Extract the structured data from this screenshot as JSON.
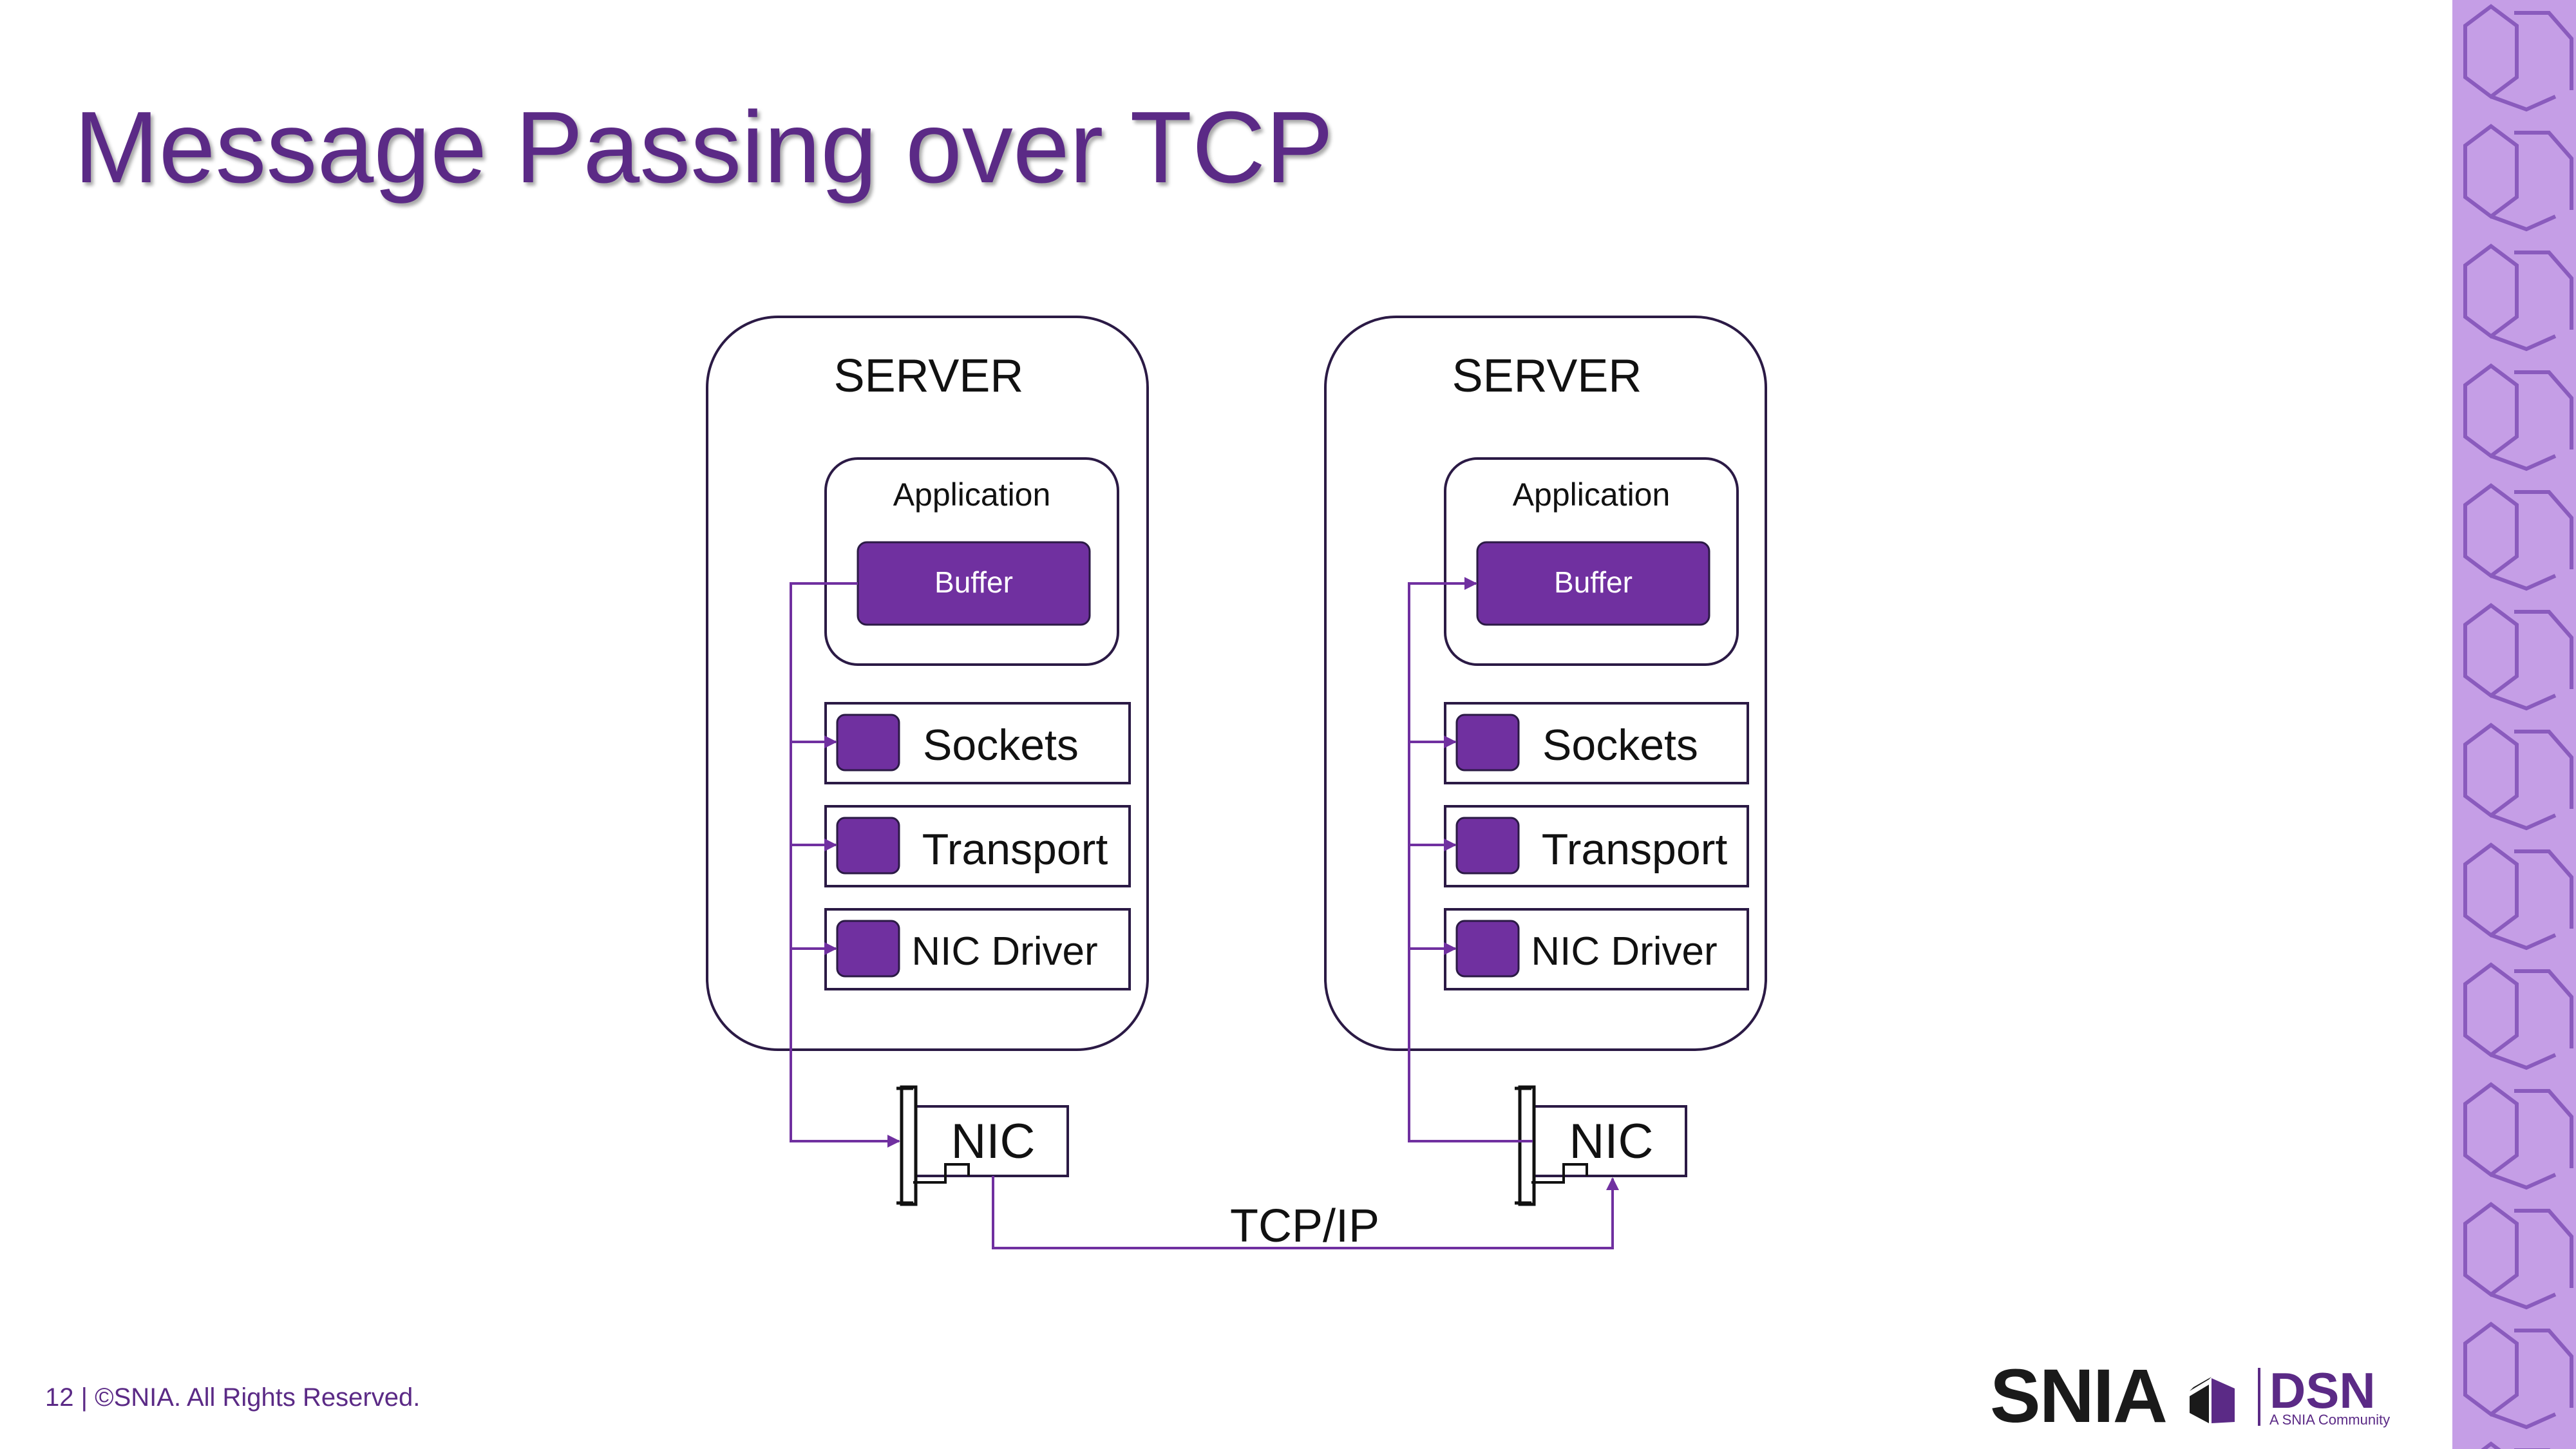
{
  "slide": {
    "title": "Message Passing over TCP",
    "footer": "12 | ©SNIA. All Rights Reserved."
  },
  "diagram": {
    "servers": [
      {
        "label": "SERVER",
        "application_label": "Application",
        "buffer_label": "Buffer",
        "layers": [
          "Sockets",
          "Transport",
          "NIC Driver"
        ],
        "nic_label": "NIC"
      },
      {
        "label": "SERVER",
        "application_label": "Application",
        "buffer_label": "Buffer",
        "layers": [
          "Sockets",
          "Transport",
          "NIC Driver"
        ],
        "nic_label": "NIC"
      }
    ],
    "link_label": "TCP/IP"
  },
  "branding": {
    "logo_text": "SNIA",
    "community_name": "DSN",
    "community_tagline": "A SNIA Community"
  },
  "colors": {
    "title": "#5b2a86",
    "purple_fill": "#7030a0",
    "box_stroke": "#2b1a45",
    "arrow": "#7030a0",
    "stripe": "#c59ee6",
    "stripe_pattern": "#8a5bbd"
  }
}
